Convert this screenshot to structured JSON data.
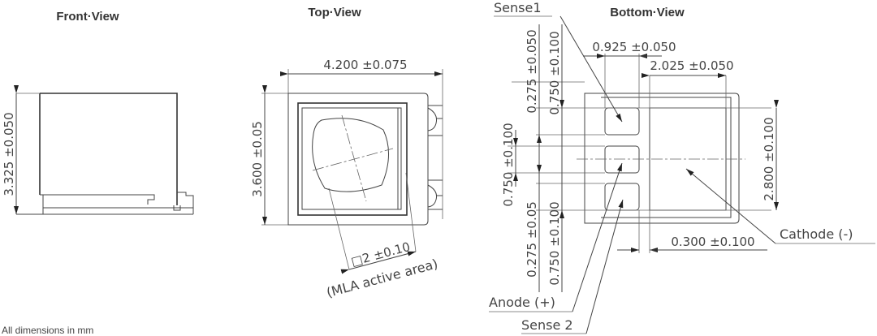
{
  "views": {
    "front": {
      "title": "Front·View",
      "height_dim": "3.325 ±0.050"
    },
    "top": {
      "title": "Top·View",
      "width_dim": "4.200 ±0.075",
      "height_dim": "3.600 ±0.05",
      "mla_dim": "□2 ±0.10",
      "mla_note": "(MLA active area)"
    },
    "bottom": {
      "title": "Bottom·View",
      "dims": {
        "pad_width": "0.925 ±0.050",
        "cathode_width": "2.025 ±0.050",
        "cathode_height": "2.800 ±0.100",
        "gap": "0.300 ±0.100",
        "top_offset": "0.275 ±0.050",
        "top_pad": "0.750 ±0.100",
        "mid_pad": "0.750 ±0.100",
        "bottom_offset": "0.275 ±0.05",
        "bottom_pad": "0.750 ±0.100"
      },
      "pins": {
        "sense1": "Sense1",
        "anode": "Anode (+)",
        "sense2": "Sense 2",
        "cathode": "Cathode (-)"
      }
    }
  },
  "footer": "All dimensions in mm"
}
